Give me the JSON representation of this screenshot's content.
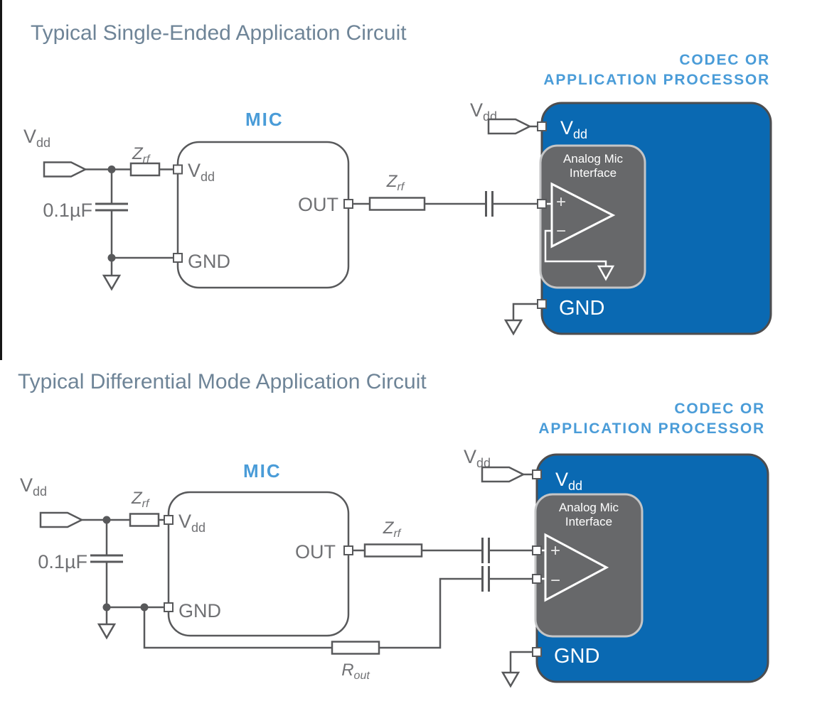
{
  "page": {
    "background": "#ffffff",
    "left_border_color": "#161616"
  },
  "colors": {
    "title_text": "#6e8497",
    "accent_blue": "#4a9cd8",
    "codec_block_blue": "#0a69b2",
    "inner_block_gray": "#67686a",
    "wire_gray": "#58595b",
    "label_gray": "#707174",
    "white": "#ffffff"
  },
  "circuit1": {
    "title": "Typical Single-Ended Application Circuit",
    "codec_heading_line1": "CODEC OR",
    "codec_heading_line2": "APPLICATION PROCESSOR",
    "mic_title": "MIC"
  },
  "circuit2": {
    "title": "Typical Differential Mode Application Circuit",
    "codec_heading_line1": "CODEC OR",
    "codec_heading_line2": "APPLICATION PROCESSOR",
    "mic_title": "MIC"
  },
  "labels": {
    "vdd_base": "V",
    "vdd_sub": "dd",
    "zrf_base": "Z",
    "zrf_sub": "rf",
    "rout_base": "R",
    "rout_sub": "out",
    "bypass_cap_value": "0.1µF",
    "out_pin": "OUT",
    "gnd_pin": "GND",
    "amp_block_line1": "Analog Mic",
    "amp_block_line2": "Interface",
    "opamp_plus": "+",
    "opamp_minus": "−"
  }
}
